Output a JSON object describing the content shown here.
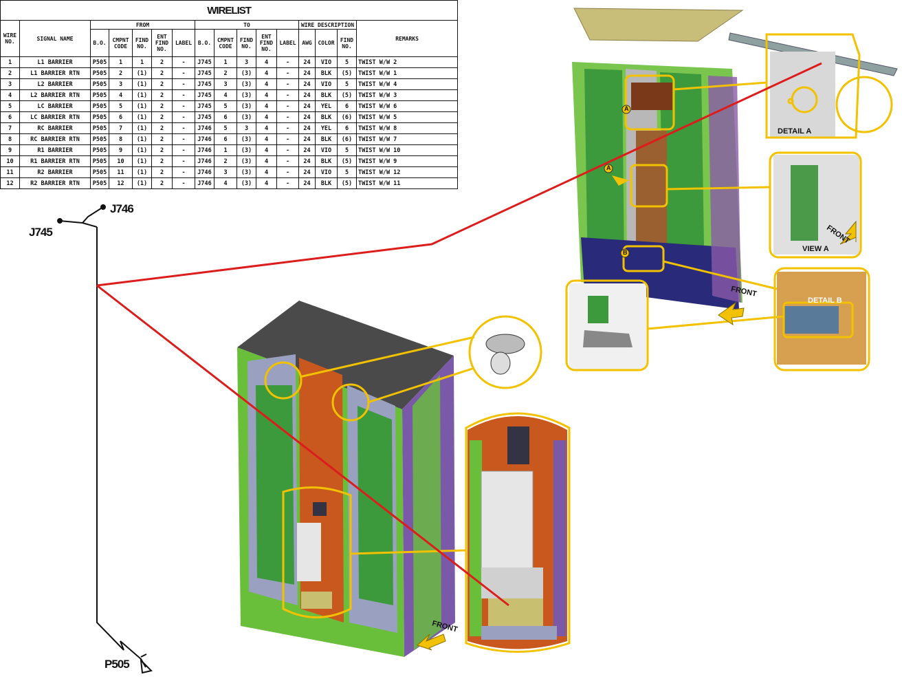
{
  "wirelist": {
    "title": "WIRELIST",
    "groups": {
      "from": "FROM",
      "to": "TO",
      "wire_description": "WIRE DESCRIPTION"
    },
    "headers": {
      "wire_no": "WIRE NO.",
      "signal_name": "SIGNAL NAME",
      "from_bo": "B.O.",
      "from_cmpnt": "CMPNT CODE",
      "from_find": "FIND NO.",
      "from_ent": "ENT FIND NO.",
      "from_label": "LABEL",
      "to_bo": "B.O.",
      "to_cmpnt": "CMPNT CODE",
      "to_find": "FIND NO.",
      "to_ent": "ENT FIND NO.",
      "to_label": "LABEL",
      "awg": "AWG",
      "color": "COLOR",
      "wire_find": "FIND NO.",
      "remarks": "REMARKS"
    },
    "rows": [
      [
        "1",
        "L1 BARRIER",
        "P505",
        "1",
        "1",
        "2",
        "-",
        "J745",
        "1",
        "3",
        "4",
        "-",
        "24",
        "VIO",
        "5",
        "TWIST W/W 2"
      ],
      [
        "2",
        "L1 BARRIER RTN",
        "P505",
        "2",
        "(1)",
        "2",
        "-",
        "J745",
        "2",
        "(3)",
        "4",
        "-",
        "24",
        "BLK",
        "(5)",
        "TWIST W/W 1"
      ],
      [
        "3",
        "L2 BARRIER",
        "P505",
        "3",
        "(1)",
        "2",
        "-",
        "J745",
        "3",
        "(3)",
        "4",
        "-",
        "24",
        "VIO",
        "5",
        "TWIST W/W 4"
      ],
      [
        "4",
        "L2 BARRIER RTN",
        "P505",
        "4",
        "(1)",
        "2",
        "-",
        "J745",
        "4",
        "(3)",
        "4",
        "-",
        "24",
        "BLK",
        "(5)",
        "TWIST W/W 3"
      ],
      [
        "5",
        "LC BARRIER",
        "P505",
        "5",
        "(1)",
        "2",
        "-",
        "J745",
        "5",
        "(3)",
        "4",
        "-",
        "24",
        "YEL",
        "6",
        "TWIST W/W 6"
      ],
      [
        "6",
        "LC BARRIER RTN",
        "P505",
        "6",
        "(1)",
        "2",
        "-",
        "J745",
        "6",
        "(3)",
        "4",
        "-",
        "24",
        "BLK",
        "(6)",
        "TWIST W/W 5"
      ],
      [
        "7",
        "RC BARRIER",
        "P505",
        "7",
        "(1)",
        "2",
        "-",
        "J746",
        "5",
        "3",
        "4",
        "-",
        "24",
        "YEL",
        "6",
        "TWIST W/W 8"
      ],
      [
        "8",
        "RC BARRIER RTN",
        "P505",
        "8",
        "(1)",
        "2",
        "-",
        "J746",
        "6",
        "(3)",
        "4",
        "-",
        "24",
        "BLK",
        "(6)",
        "TWIST W/W 7"
      ],
      [
        "9",
        "R1 BARRIER",
        "P505",
        "9",
        "(1)",
        "2",
        "-",
        "J746",
        "1",
        "(3)",
        "4",
        "-",
        "24",
        "VIO",
        "5",
        "TWIST W/W 10"
      ],
      [
        "10",
        "R1 BARRIER RTN",
        "P505",
        "10",
        "(1)",
        "2",
        "-",
        "J746",
        "2",
        "(3)",
        "4",
        "-",
        "24",
        "BLK",
        "(5)",
        "TWIST W/W 9"
      ],
      [
        "11",
        "R2 BARRIER",
        "P505",
        "11",
        "(1)",
        "2",
        "-",
        "J746",
        "3",
        "(3)",
        "4",
        "-",
        "24",
        "VIO",
        "5",
        "TWIST W/W 12"
      ],
      [
        "12",
        "R2 BARRIER RTN",
        "P505",
        "12",
        "(1)",
        "2",
        "-",
        "J746",
        "4",
        "(3)",
        "4",
        "-",
        "24",
        "BLK",
        "(5)",
        "TWIST W/W 11"
      ]
    ]
  },
  "schematic": {
    "connector_j746": "J746",
    "connector_j745": "J745",
    "connector_p505": "P505"
  },
  "callouts": {
    "detail_a": "DETAIL A",
    "view_a": "VIEW A",
    "detail_b": "DETAIL B",
    "front_top": "FRONT",
    "front_view_a": "FRONT",
    "front_bottom": "FRONT",
    "marker_a1": "A",
    "marker_a2": "A",
    "marker_b": "B"
  },
  "colors": {
    "highlight": "#f2c200",
    "wire_red": "#dd1c1c",
    "cabinet_green": "#6abf3a",
    "cabinet_orange": "#c8581e",
    "floor_navy": "#2a2a7a"
  }
}
